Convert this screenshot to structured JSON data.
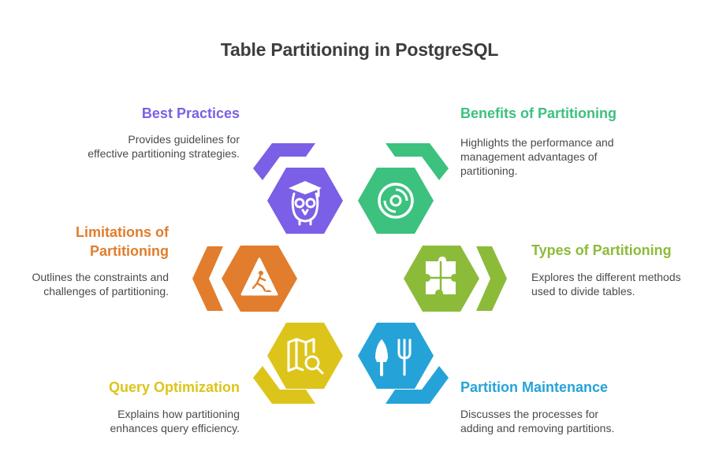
{
  "title": "Table Partitioning in PostgreSQL",
  "colors": {
    "best": "#7b5fe6",
    "benefits": "#3cc17f",
    "limitations": "#e17d2c",
    "types": "#8cbb3a",
    "query": "#ddc41a",
    "maintenance": "#25a3d9",
    "text": "#4a4a4a"
  },
  "items": {
    "best_practices": {
      "heading": "Best Practices",
      "desc_lines": [
        "Provides guidelines for",
        "effective partitioning strategies."
      ],
      "icon": "owl-graduate-icon"
    },
    "benefits": {
      "heading": "Benefits of Partitioning",
      "desc_lines": [
        "Highlights the performance and",
        "management advantages of",
        "partitioning."
      ],
      "icon": "disc-icon"
    },
    "limitations": {
      "heading_lines": [
        "Limitations of",
        "Partitioning"
      ],
      "desc_lines": [
        "Outlines the constraints and",
        "challenges of partitioning."
      ],
      "icon": "caution-sign-icon"
    },
    "types": {
      "heading": "Types of Partitioning",
      "desc_lines": [
        "Explores the different methods",
        "used to divide tables."
      ],
      "icon": "puzzle-icon"
    },
    "query": {
      "heading": "Query Optimization",
      "desc_lines": [
        "Explains how partitioning",
        "enhances query efficiency."
      ],
      "icon": "map-search-icon"
    },
    "maintenance": {
      "heading": "Partition Maintenance",
      "desc_lines": [
        "Discusses the processes for",
        "adding and removing partitions."
      ],
      "icon": "garden-tools-icon"
    }
  }
}
